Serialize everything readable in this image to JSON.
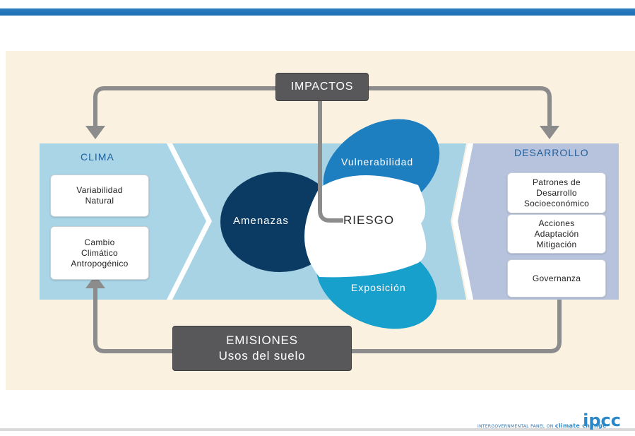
{
  "diagram": {
    "top_box": "IMPACTOS",
    "bottom_box": {
      "line1": "EMISIONES",
      "line2": "Usos del suelo"
    },
    "left_panel": {
      "title": "CLIMA",
      "items": [
        "Variabilidad\nNatural",
        "Cambio\nClimático\nAntropogénico"
      ]
    },
    "right_panel": {
      "title": "DESARROLLO",
      "items": [
        "Patrones de\nDesarrollo\nSocioeconómico",
        "Acciones\nAdaptación\nMitigación",
        "Governanza"
      ]
    },
    "center": {
      "hazard": "Amenazas",
      "vulnerability": "Vulnerabilidad",
      "exposure": "Exposición",
      "risk": "RIESGO"
    }
  },
  "logo": {
    "name": "ipcc",
    "tagline_prefix": "INTERGOVERNMENTAL PANEL ON",
    "tagline_emphasis": "climate change"
  },
  "colors": {
    "header_bar": "#1f6fb3",
    "background": "#faf1e0",
    "panel_light_blue": "#a9d5e6",
    "panel_lavender": "#b7c3dd",
    "hazard_navy": "#0b3a63",
    "vulnerability_blue": "#1d7ec0",
    "exposure_cyan": "#18a0cc",
    "dark_box": "#58585a",
    "arrow_gray": "#8c8c8c"
  }
}
